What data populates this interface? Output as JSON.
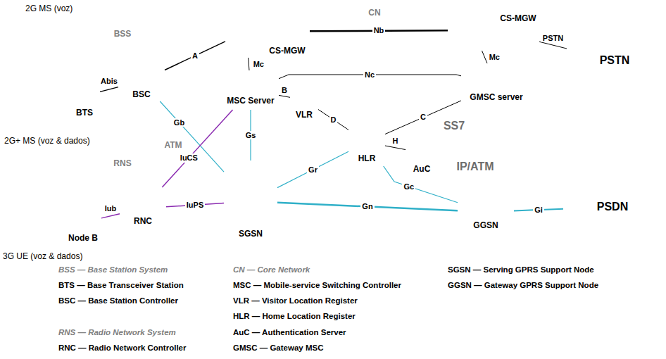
{
  "diagram": {
    "nodes": [
      {
        "text": [
          "BSS"
        ]
      },
      {
        "text": [
          "BTS"
        ],
        "in": 0
      },
      {
        "text": [
          "BSC"
        ],
        "in": 0
      },
      {
        "text": [
          "RNS"
        ]
      },
      {
        "text": [
          "Node B"
        ],
        "in": 3
      },
      {
        "text": [
          "RNC"
        ],
        "in": 3
      },
      {
        "text": [
          "ATM"
        ]
      },
      {
        "text": [
          "CN"
        ]
      },
      {
        "text": [
          "IP/ATM"
        ],
        "in": 7
      },
      {
        "text": [
          "SS7"
        ],
        "in": 8
      },
      {
        "text": [
          "CS-MGW"
        ],
        "in": 7
      },
      {
        "text": [
          "MSC Server"
        ],
        "in": 7
      },
      {
        "text": [
          "VLR"
        ],
        "in": 8
      },
      {
        "text": [
          "HLR"
        ],
        "in": 9
      },
      {
        "text": [
          "AuC"
        ],
        "in": 9
      },
      {
        "text": [
          "GMSC server"
        ],
        "in": 7
      },
      {
        "text": [
          "SGSN"
        ],
        "in": 7
      },
      {
        "text": [
          "GGSN"
        ],
        "in": 7
      },
      {
        "text": [
          "CS-MGW"
        ]
      },
      {
        "text": [
          "PSTN"
        ]
      },
      {
        "text": [
          "PSDN"
        ]
      }
    ],
    "edges": [
      {
        "from": 1,
        "to": 2,
        "label": "Abis",
        "arrow": "none"
      },
      {
        "from": 2,
        "to": 10,
        "label": "A",
        "arrow": "none"
      },
      {
        "from": 2,
        "to": 16,
        "label": "Gb",
        "arrow": "none"
      },
      {
        "from": 4,
        "to": 5,
        "label": "Iub",
        "arrow": "none"
      },
      {
        "from": 5,
        "to": 11,
        "label": "IuCS",
        "arrow": "none"
      },
      {
        "from": 5,
        "to": 16,
        "label": "IuPS",
        "arrow": "none"
      },
      {
        "from": 10,
        "to": 18,
        "label": "Nb",
        "arrow": "none"
      },
      {
        "from": 11,
        "to": 10,
        "label": "Mc",
        "arrow": "none"
      },
      {
        "from": 15,
        "to": 18,
        "label": "Mc",
        "arrow": "none"
      },
      {
        "from": 11,
        "to": 15,
        "label": "Nc",
        "arrow": "none"
      },
      {
        "from": 11,
        "to": 12,
        "label": "B",
        "arrow": "none"
      },
      {
        "from": 12,
        "to": 13,
        "label": "D",
        "arrow": "none"
      },
      {
        "from": 15,
        "to": 13,
        "label": "C",
        "arrow": "none"
      },
      {
        "from": 13,
        "to": 14,
        "label": "H",
        "arrow": "none"
      },
      {
        "from": 11,
        "to": 16,
        "label": "Gs",
        "arrow": "none"
      },
      {
        "from": 16,
        "to": 13,
        "label": "Gr",
        "arrow": "none"
      },
      {
        "from": 16,
        "to": 17,
        "label": "Gn",
        "arrow": "none"
      },
      {
        "from": 17,
        "to": 13,
        "label": "Gc",
        "arrow": "none"
      },
      {
        "from": 18,
        "to": 19,
        "label": "PSTN",
        "arrow": "none"
      },
      {
        "from": 17,
        "to": 20,
        "label": "Gi",
        "arrow": "none"
      }
    ],
    "labels": [
      "2G MS (voz)",
      "2G+ MS (voz & dados)",
      "3G UE (voz & dados)",
      "BSS — Base Station System",
      "BTS — Base Transceiver Station",
      "BSC — Base Station Controller",
      "RNS — Radio Network System",
      "RNC — Radio Network Controller",
      "CN — Core Network",
      "MSC — Mobile-service Switching Controller",
      "VLR — Visitor Location Register",
      "HLR — Home Location Register",
      "AuC — Authentication Server",
      "GMSC — Gateway MSC",
      "SGSN — Serving GPRS Support Node",
      "GGSN — Gateway GPRS Support Node"
    ]
  }
}
